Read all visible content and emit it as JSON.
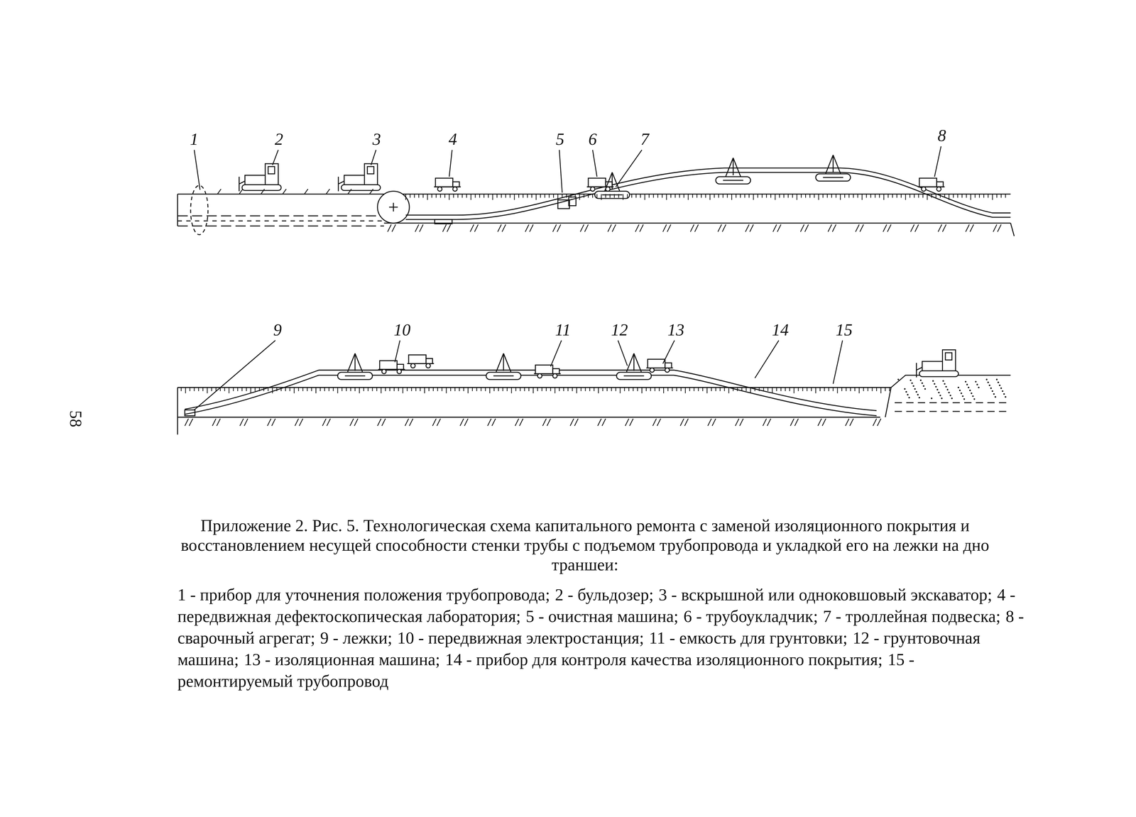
{
  "diagram": {
    "caption": "Приложение 2. Рис. 5. Технологическая схема капитального ремонта с заменой изоляционного покрытия и восстановлением несущей способности стенки трубы с подъемом трубопровода и укладкой его на лежки на дно траншеи:",
    "labels": [
      "1",
      "2",
      "3",
      "4",
      "5",
      "6",
      "7",
      "8",
      "9",
      "10",
      "11",
      "12",
      "13",
      "14",
      "15",
      "58",
      "1 - прибор для уточнения положения трубопровода;",
      "2 - бульдозер;",
      "3 - вскрышной или одноковшовый экскаватор;",
      "4 - передвижная дефектоскопическая лаборатория;",
      "5 - очистная машина;",
      "6 - трубоукладчик;",
      "7 - троллейная подвеска;",
      "8 - сварочный агрегат;",
      "9 - лежки;",
      "10 - передвижная электростанция;",
      "11 - емкость для грунтовки;",
      "12 - грунтовочная машина;",
      "13 - изоляционная машина;",
      "14 - прибор для контроля качества изоляционного покрытия;",
      "15 - ремонтируемый трубопровод"
    ]
  }
}
